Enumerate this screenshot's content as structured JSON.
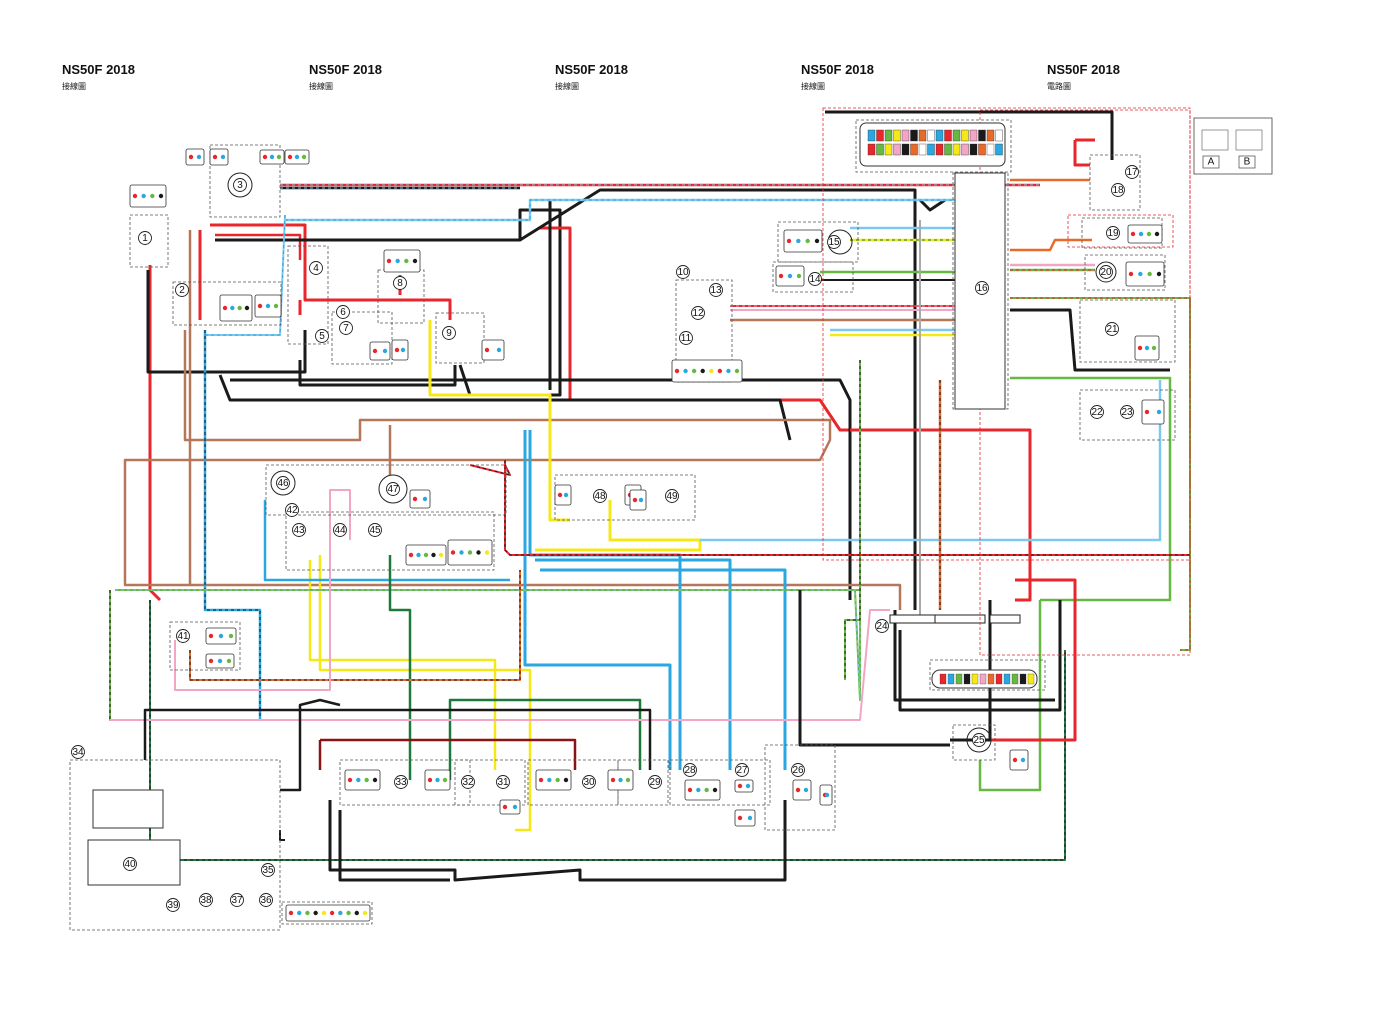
{
  "headers": [
    {
      "title": "NS50F 2018",
      "subtitle": "接線圖"
    },
    {
      "title": "NS50F 2018",
      "subtitle": "接線圖"
    },
    {
      "title": "NS50F 2018",
      "subtitle": "接線圖"
    },
    {
      "title": "NS50F 2018",
      "subtitle": "接線圖"
    },
    {
      "title": "NS50F 2018",
      "subtitle": "電路圖"
    }
  ],
  "legend": {
    "left": "A",
    "right": "B"
  },
  "components": [
    "1",
    "2",
    "3",
    "4",
    "5",
    "6",
    "7",
    "8",
    "9",
    "10",
    "11",
    "12",
    "13",
    "14",
    "15",
    "16",
    "17",
    "18",
    "19",
    "20",
    "21",
    "22",
    "23",
    "24",
    "25",
    "26",
    "27",
    "28",
    "29",
    "30",
    "31",
    "32",
    "33",
    "34",
    "35",
    "36",
    "37",
    "38",
    "39",
    "40",
    "41",
    "42",
    "43",
    "44",
    "45",
    "46",
    "47",
    "48",
    "49"
  ],
  "wire_colors": {
    "red": "#e8262b",
    "black": "#1a1a1a",
    "brown": "#b5765a",
    "yellow": "#f4e816",
    "blue": "#2aa7e0",
    "sky": "#7cc9ef",
    "green": "#67b843",
    "darkgreen": "#1e7a3a",
    "orange": "#e86a2a",
    "pink": "#f2a6c6",
    "gray": "#aaaaaa",
    "darkred": "#8a1414"
  }
}
